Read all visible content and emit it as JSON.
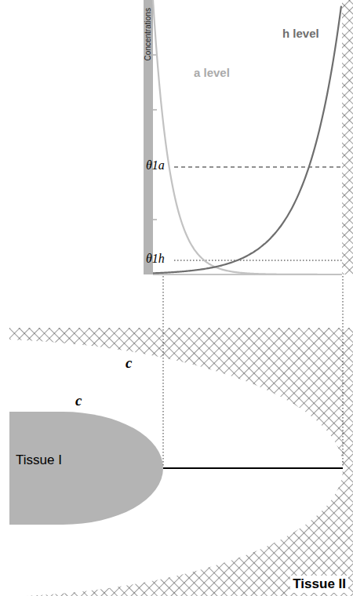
{
  "diagram": {
    "nodes": [
      {
        "text": [
          "Tissue I"
        ]
      },
      {
        "text": [
          "Tissue II"
        ]
      }
    ],
    "labels": [
      "Concentrations",
      "a level",
      "h level",
      "θ1a",
      "θ1h",
      "c",
      "c"
    ]
  }
}
